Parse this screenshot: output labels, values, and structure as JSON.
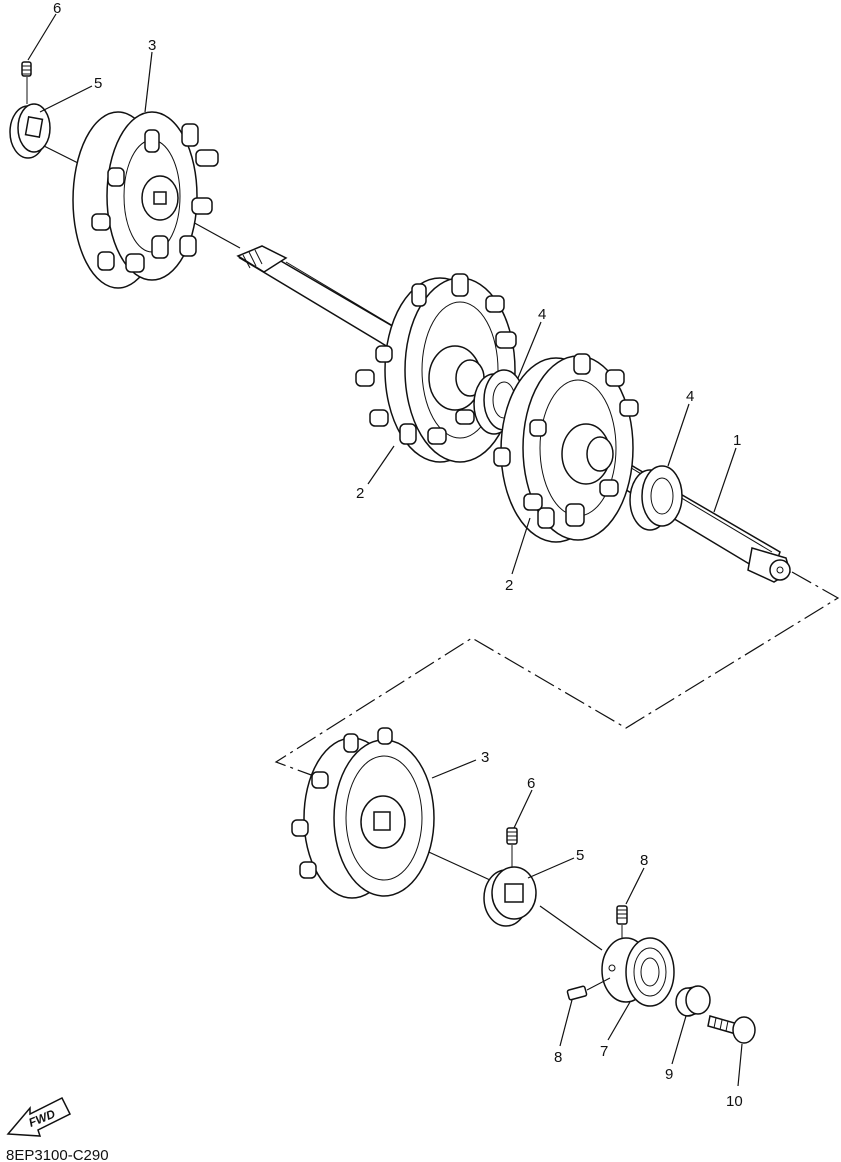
{
  "diagram_code": "8EP3100-C290",
  "fwd_label": "FWD",
  "callouts": {
    "c6_top": "6",
    "c3_top": "3",
    "c5_top": "5",
    "c4_a": "4",
    "c4_b": "4",
    "c1": "1",
    "c2_a": "2",
    "c2_b": "2",
    "c3_bottom": "3",
    "c6_bottom": "6",
    "c5_bottom": "5",
    "c8_top": "8",
    "c8_bottom": "8",
    "c7": "7",
    "c9": "9",
    "c10": "10"
  }
}
